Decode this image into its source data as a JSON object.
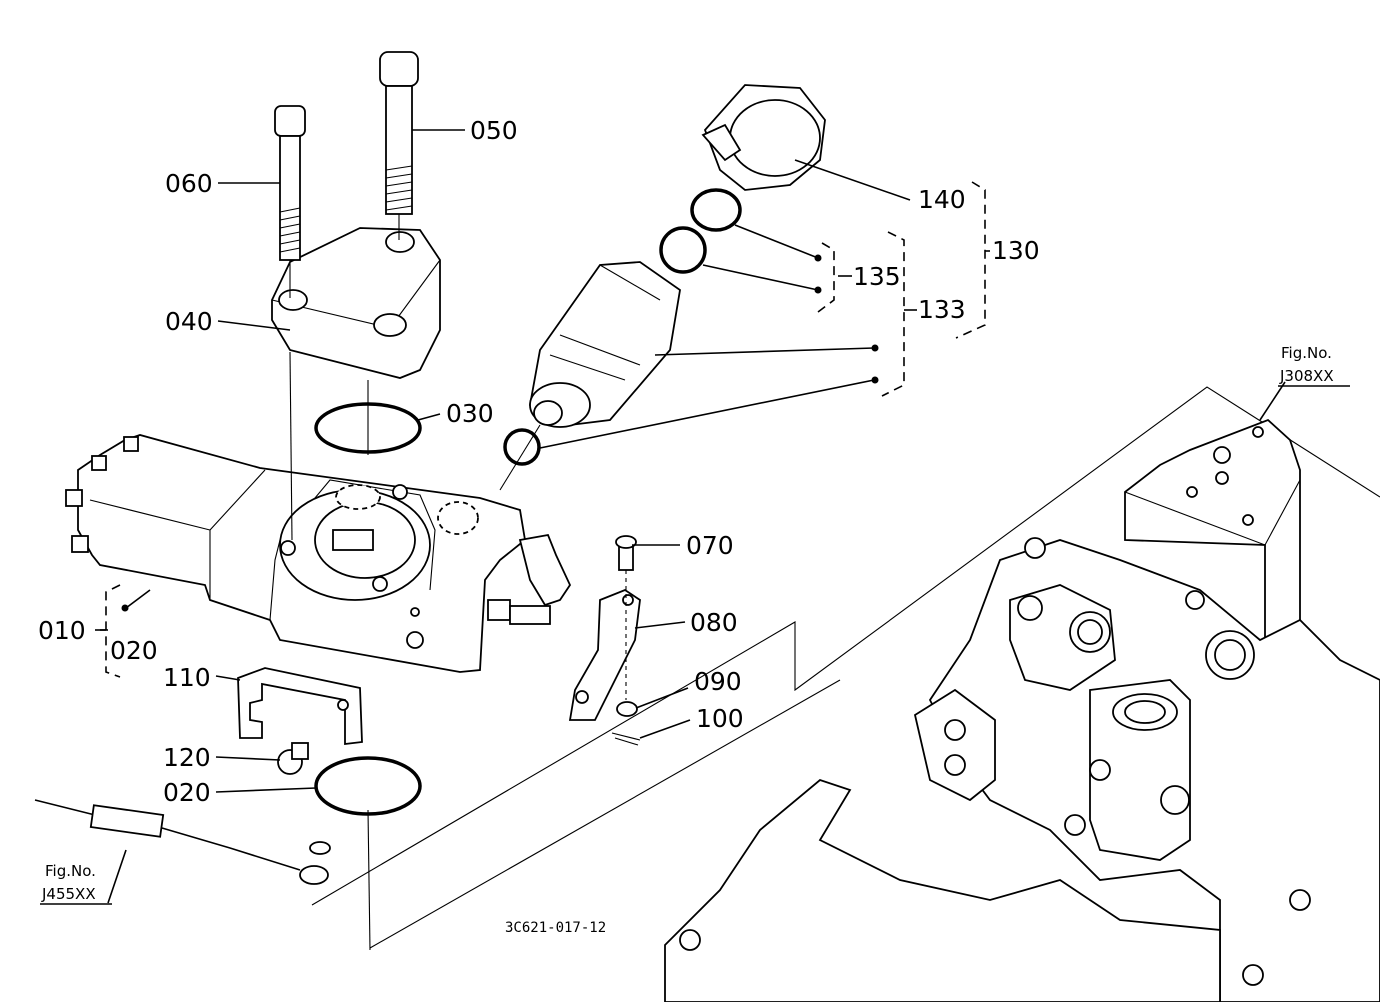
{
  "diagram": {
    "drawing_code": "3C621-017-12",
    "callouts": [
      {
        "id": "c010",
        "text": "010"
      },
      {
        "id": "c020a",
        "text": "020"
      },
      {
        "id": "c020b",
        "text": "020"
      },
      {
        "id": "c030",
        "text": "030"
      },
      {
        "id": "c040",
        "text": "040"
      },
      {
        "id": "c050",
        "text": "050"
      },
      {
        "id": "c060",
        "text": "060"
      },
      {
        "id": "c070",
        "text": "070"
      },
      {
        "id": "c080",
        "text": "080"
      },
      {
        "id": "c090",
        "text": "090"
      },
      {
        "id": "c100",
        "text": "100"
      },
      {
        "id": "c110",
        "text": "110"
      },
      {
        "id": "c120",
        "text": "120"
      },
      {
        "id": "c130",
        "text": "130"
      },
      {
        "id": "c133",
        "text": "133"
      },
      {
        "id": "c135",
        "text": "135"
      },
      {
        "id": "c140",
        "text": "140"
      }
    ],
    "figure_refs": [
      {
        "id": "fig_right",
        "label": "Fig.No.",
        "code": "J308XX"
      },
      {
        "id": "fig_left",
        "label": "Fig.No.",
        "code": "J455XX"
      }
    ]
  }
}
